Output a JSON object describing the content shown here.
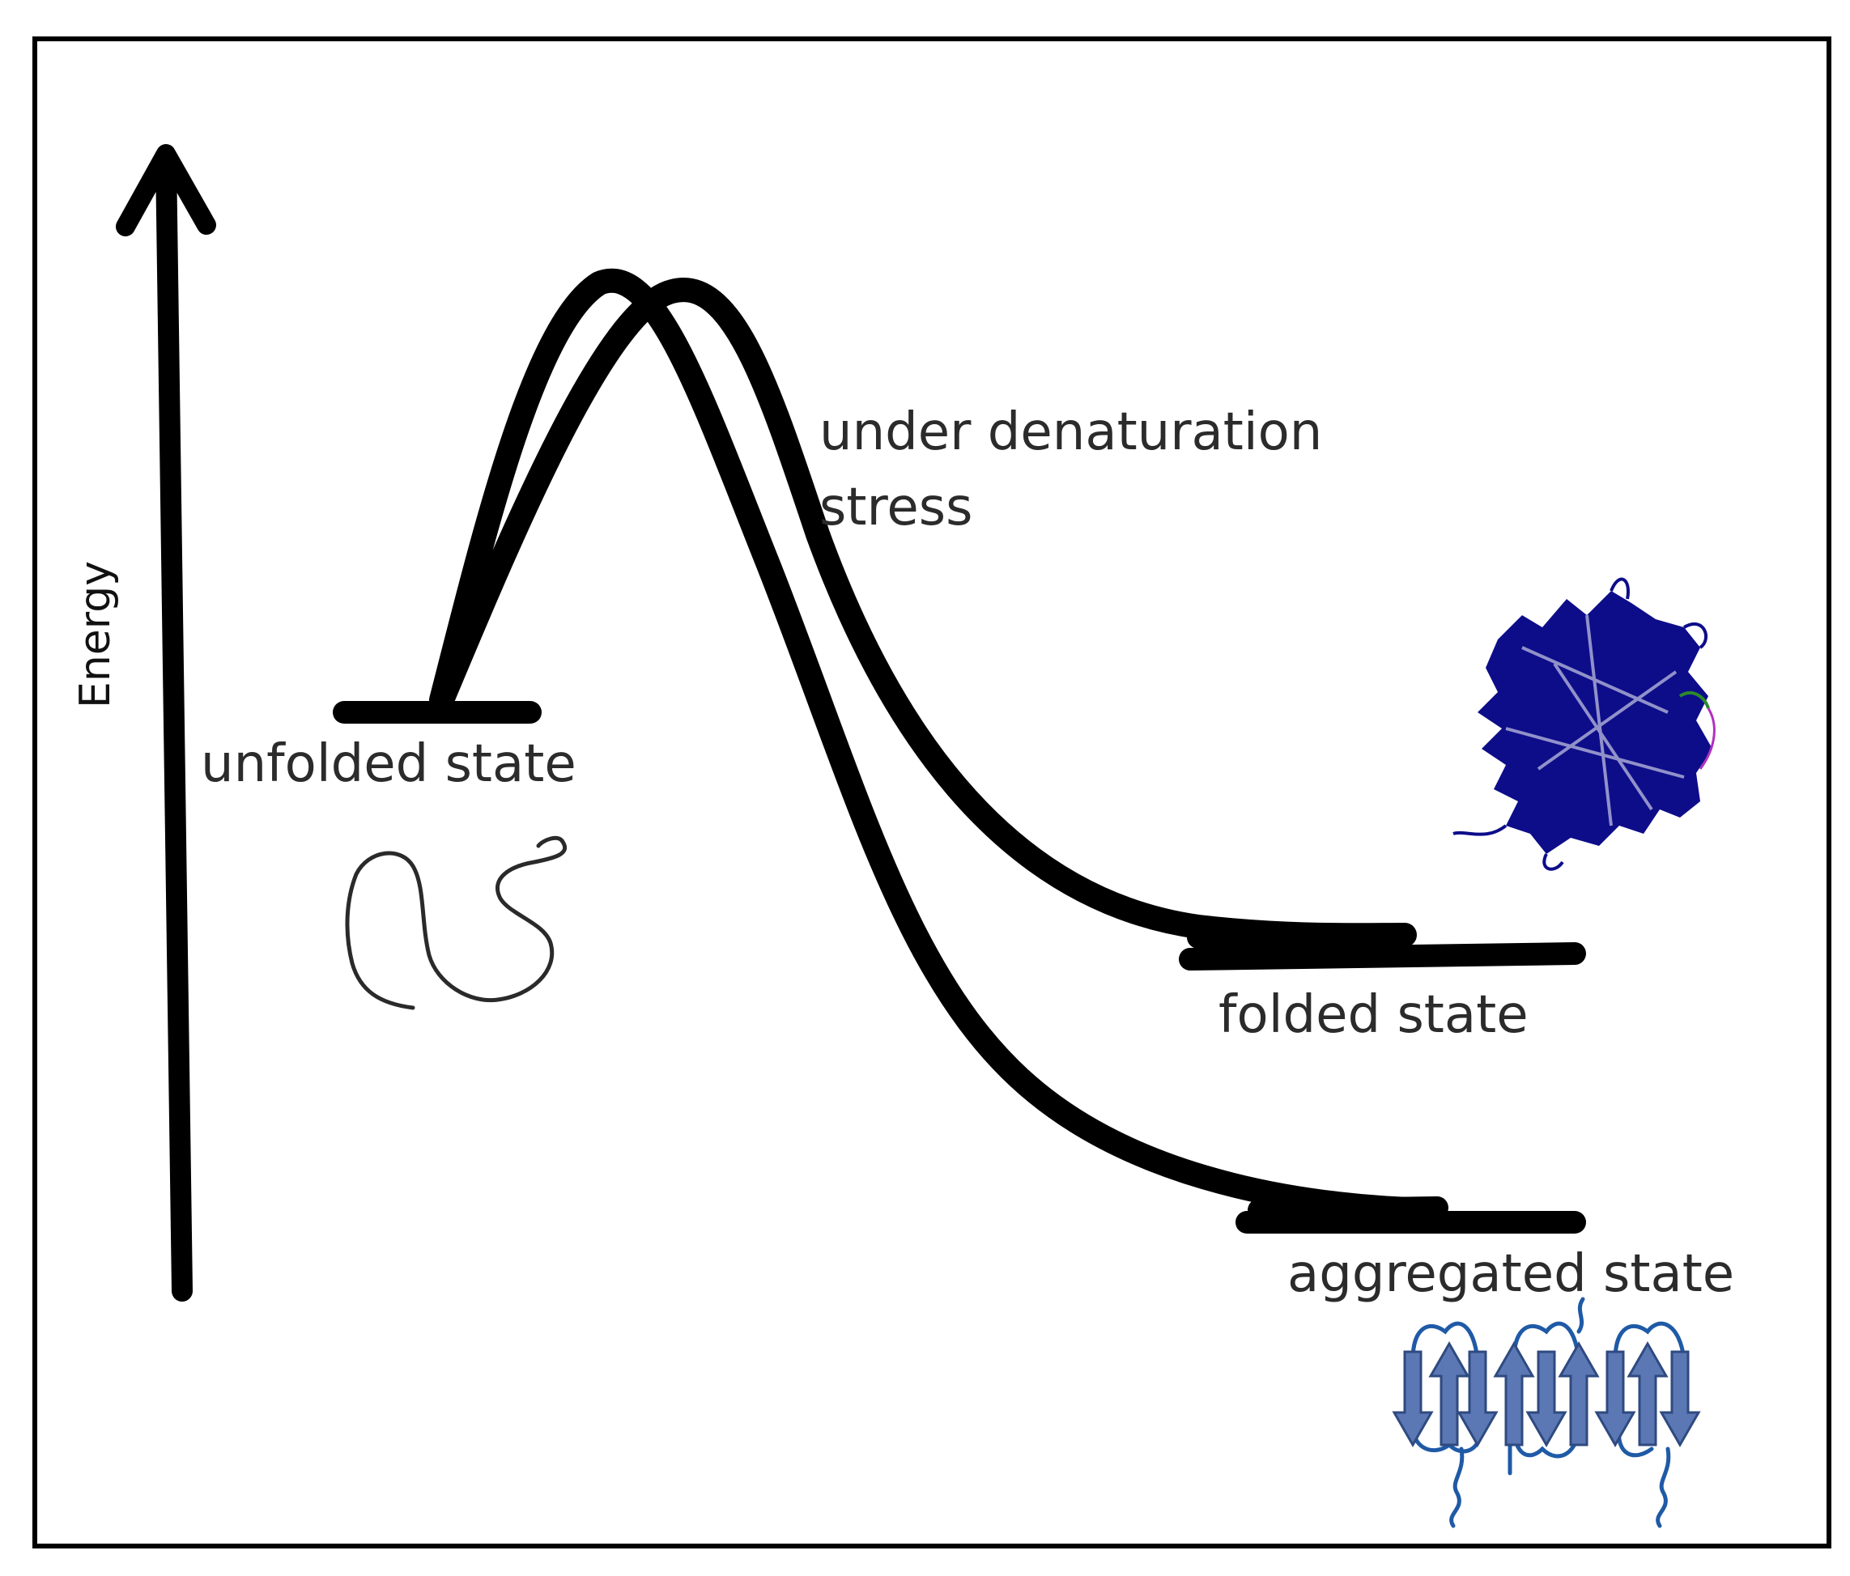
{
  "diagram": {
    "axis_label": "Energy",
    "annotation": [
      "under denaturation",
      "stress"
    ],
    "states": {
      "unfolded": "unfolded state",
      "folded": "folded state",
      "aggregated": "aggregated state"
    },
    "colors": {
      "line": "#000000",
      "folded_protein": "#0d0d8a",
      "aggregate_strand": "#5b78b5",
      "aggregate_loop": "#1f5aa6"
    }
  }
}
